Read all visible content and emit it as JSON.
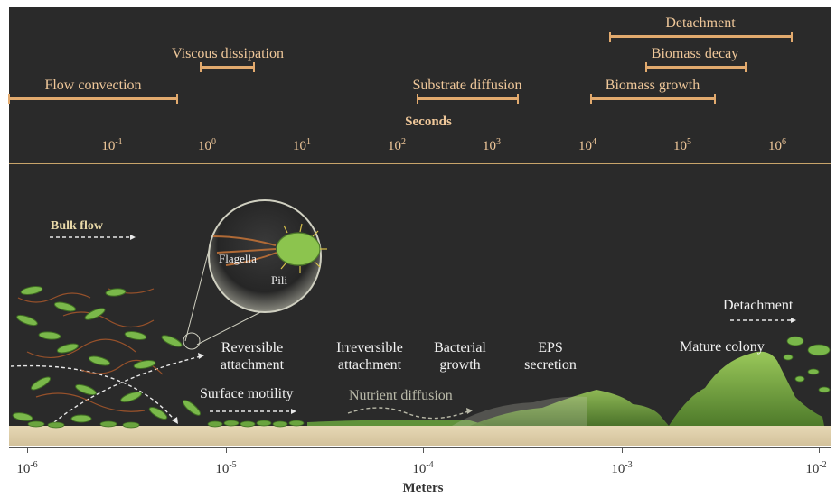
{
  "time_processes": [
    {
      "label": "Detachment"
    },
    {
      "label": "Viscous dissipation"
    },
    {
      "label": "Biomass decay"
    },
    {
      "label": "Flow convection"
    },
    {
      "label": "Substrate diffusion"
    },
    {
      "label": "Biomass growth"
    }
  ],
  "time_axis": {
    "title": "Seconds",
    "ticks": [
      {
        "base": "10",
        "exp": "-1"
      },
      {
        "base": "10",
        "exp": "0"
      },
      {
        "base": "10",
        "exp": "1"
      },
      {
        "base": "10",
        "exp": "2"
      },
      {
        "base": "10",
        "exp": "3"
      },
      {
        "base": "10",
        "exp": "4"
      },
      {
        "base": "10",
        "exp": "5"
      },
      {
        "base": "10",
        "exp": "6"
      }
    ]
  },
  "length_axis": {
    "title": "Meters",
    "ticks": [
      {
        "base": "10",
        "exp": "-6"
      },
      {
        "base": "10",
        "exp": "-5"
      },
      {
        "base": "10",
        "exp": "-4"
      },
      {
        "base": "10",
        "exp": "-3"
      },
      {
        "base": "10",
        "exp": "-2"
      }
    ]
  },
  "labels": {
    "bulk_flow": "Bulk flow",
    "flagella": "Flagella",
    "pili": "Pili",
    "detachment": "Detachment",
    "mature_colony": "Mature colony",
    "surface_motility": "Surface motility",
    "nutrient_diffusion": "Nutrient diffusion"
  },
  "stages": [
    {
      "line1": "Reversible",
      "line2": "attachment"
    },
    {
      "line1": "Irreversible",
      "line2": "attachment"
    },
    {
      "line1": "Bacterial",
      "line2": "growth"
    },
    {
      "line1": "EPS",
      "line2": "secretion"
    }
  ],
  "colors": {
    "panel": "#2a2a2a",
    "bar": "#e2aa6e",
    "bar_text": "#f0c89a",
    "axis_line": "#c8a46a",
    "substrate": "#d8c7a2",
    "bacteria": "#7ab84a"
  }
}
